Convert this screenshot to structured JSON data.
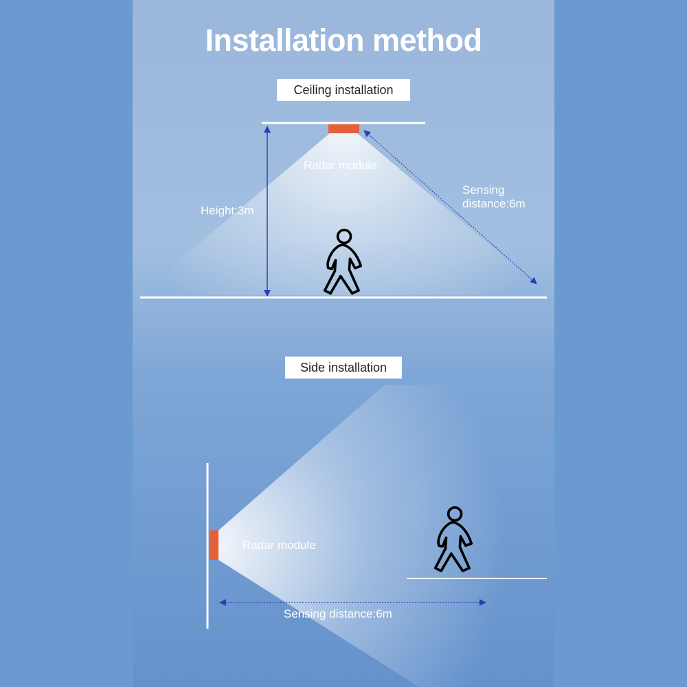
{
  "title": "Installation method",
  "ceiling": {
    "tag": "Ceiling installation",
    "radar_label": "Radar module",
    "height_label": "Height:3m",
    "distance_label_line1": "Sensing",
    "distance_label_line2": "distance:6m"
  },
  "side": {
    "tag": "Side installation",
    "radar_label": "Radar module",
    "distance_label": "Sensing distance:6m"
  },
  "colors": {
    "background": "#6b9ad0",
    "radar": "#e4603a",
    "arrow": "#2a3fb8",
    "line": "#ffffff",
    "person": "#000000"
  },
  "icons": [
    "walking-person-icon",
    "walking-person-icon"
  ]
}
